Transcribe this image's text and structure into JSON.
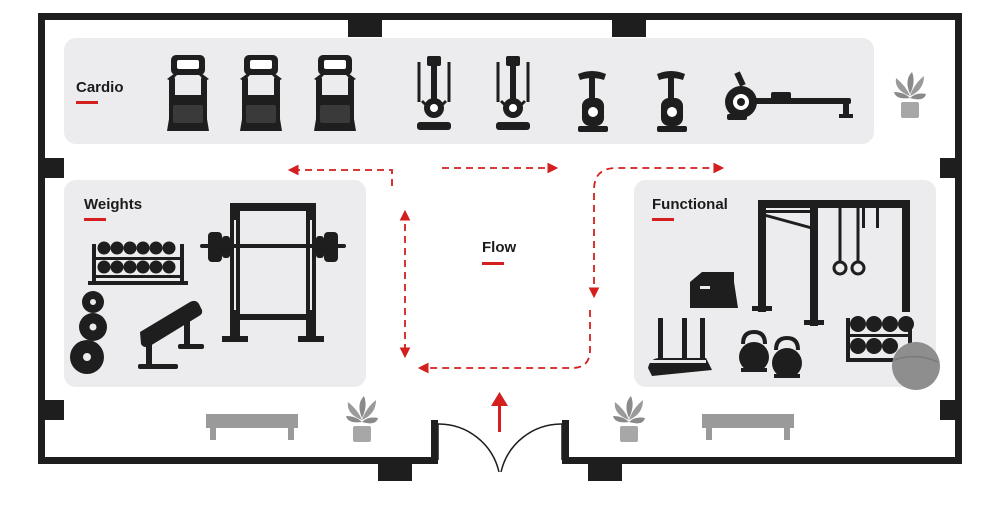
{
  "zones": {
    "cardio": {
      "label": "Cardio"
    },
    "weights": {
      "label": "Weights"
    },
    "functional": {
      "label": "Functional"
    },
    "flow": {
      "label": "Flow"
    }
  },
  "colors": {
    "wall": "#1e1e1e",
    "zone_fill": "#ececee",
    "equipment": "#1e1e1e",
    "flow_arrow": "#d41f1f",
    "accent_underline": "#d41f1f",
    "plant_pot": "#a7a7a7",
    "bench": "#9a9a9a",
    "medicine_ball": "#8e8e8e"
  },
  "icons": [
    "treadmill-icon",
    "elliptical-icon",
    "exercise-bike-icon",
    "rowing-machine-icon",
    "dumbbell-rack-icon",
    "weight-plate-icon",
    "barbell-icon",
    "squat-rack-icon",
    "weight-bench-icon",
    "plyo-box-icon",
    "pull-up-rig-icon",
    "gymnastic-rings-icon",
    "sled-icon",
    "kettlebell-icon",
    "medicine-ball-icon",
    "plant-icon",
    "bench-icon",
    "flow-arrow-icon",
    "door-icon"
  ]
}
